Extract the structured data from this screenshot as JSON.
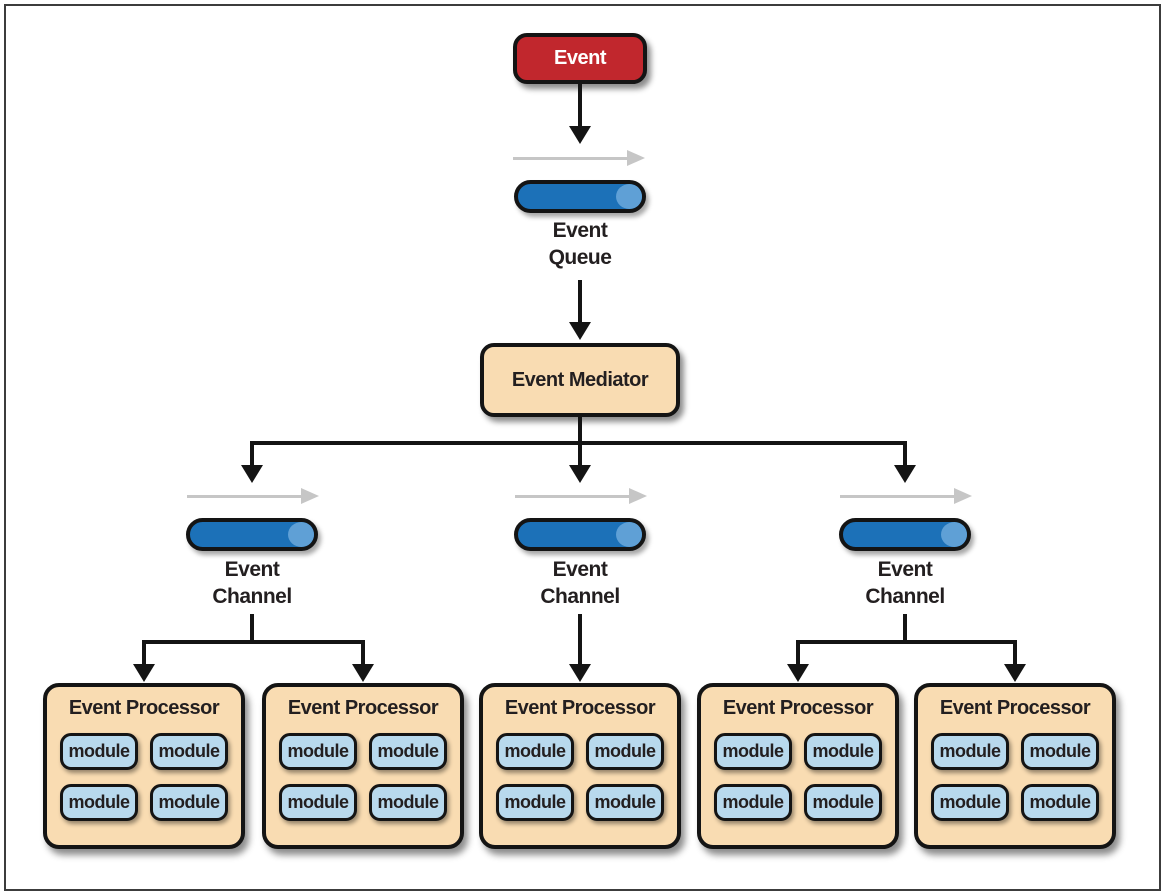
{
  "colors": {
    "event_red": "#c1272d",
    "cylinder_blue": "#1c71b8",
    "cylinder_highlight": "#5fa0d6",
    "box_tan": "#f9dcb2",
    "module_blue": "#b8d9ed",
    "line_black": "#141414",
    "text_dark": "#231f20",
    "gray_arrow": "#c6c6c6"
  },
  "event": {
    "label": "Event"
  },
  "queue": {
    "label_line1": "Event",
    "label_line2": "Queue"
  },
  "mediator": {
    "label": "Event Mediator"
  },
  "channels": [
    {
      "label_line1": "Event",
      "label_line2": "Channel"
    },
    {
      "label_line1": "Event",
      "label_line2": "Channel"
    },
    {
      "label_line1": "Event",
      "label_line2": "Channel"
    }
  ],
  "processors": [
    {
      "title": "Event Processor",
      "modules": [
        "module",
        "module",
        "module",
        "module"
      ]
    },
    {
      "title": "Event Processor",
      "modules": [
        "module",
        "module",
        "module",
        "module"
      ]
    },
    {
      "title": "Event Processor",
      "modules": [
        "module",
        "module",
        "module",
        "module"
      ]
    },
    {
      "title": "Event Processor",
      "modules": [
        "module",
        "module",
        "module",
        "module"
      ]
    },
    {
      "title": "Event Processor",
      "modules": [
        "module",
        "module",
        "module",
        "module"
      ]
    }
  ]
}
